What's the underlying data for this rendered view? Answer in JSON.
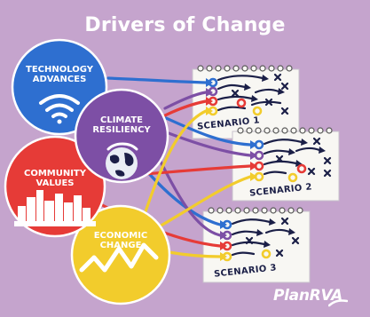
{
  "title": "Drivers of Change",
  "drivers": [
    {
      "label_1": "TECHNOLOGY",
      "label_2": "ADVANCES",
      "color": "#2e6fd0",
      "icon": "wifi-icon"
    },
    {
      "label_1": "CLIMATE",
      "label_2": "RESILIENCY",
      "color": "#7d4fa5",
      "icon": "globe-icon"
    },
    {
      "label_1": "COMMUNITY",
      "label_2": "VALUES",
      "color": "#e63b37",
      "icon": "city-skyline-icon"
    },
    {
      "label_1": "ECONOMIC",
      "label_2": "CHANGE",
      "color": "#f2cc2c",
      "icon": "zigzag-trend-icon"
    }
  ],
  "scenarios": [
    {
      "label": "SCENARIO 1"
    },
    {
      "label": "SCENARIO 2"
    },
    {
      "label": "SCENARIO 3"
    }
  ],
  "logo": {
    "text": "PlanRVA"
  },
  "colors": {
    "background": "#c5a4cd",
    "navy": "#1b1f47",
    "paper": "#f8f7f3"
  }
}
